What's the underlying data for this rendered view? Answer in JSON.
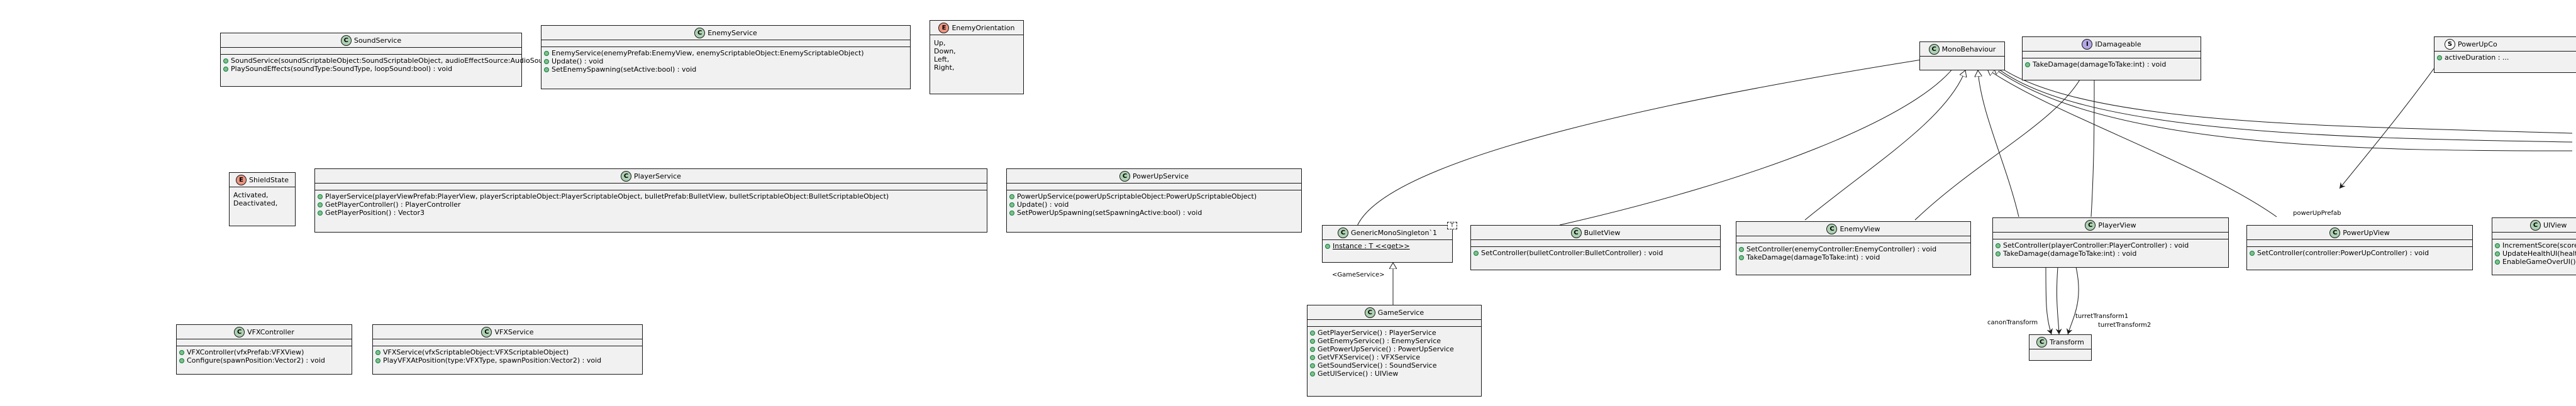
{
  "diagram": {
    "classes": {
      "soundservice": {
        "kind": "C",
        "name": "SoundService",
        "fields": [],
        "methods": [
          "SoundService(soundScriptableObject:SoundScriptableObject, audioEffectSource:AudioSource, bgMusicSource:AudioSource)",
          "PlaySoundEffects(soundType:SoundType, loopSound:bool) : void"
        ]
      },
      "enemyservice": {
        "kind": "C",
        "name": "EnemyService",
        "fields": [],
        "methods": [
          "EnemyService(enemyPrefab:EnemyView, enemyScriptableObject:EnemyScriptableObject)",
          "Update() : void",
          "SetEnemySpawning(setActive:bool) : void"
        ]
      },
      "enemyorientation": {
        "kind": "E",
        "name": "EnemyOrientation",
        "values": [
          "Up,",
          "Down,",
          "Left,",
          "Right,"
        ]
      },
      "monobehaviour": {
        "kind": "C",
        "name": "MonoBehaviour"
      },
      "idamageable": {
        "kind": "I",
        "name": "IDamageable",
        "methods": [
          "TakeDamage(damageToTake:int) : void"
        ]
      },
      "powerupco": {
        "kind": "S",
        "name": "PowerUpCo",
        "fields": [
          "activeDuration : ..."
        ]
      },
      "shieldstate": {
        "kind": "E",
        "name": "ShieldState",
        "values": [
          "Activated,",
          "Deactivated,"
        ]
      },
      "playerservice": {
        "kind": "C",
        "name": "PlayerService",
        "methods": [
          "PlayerService(playerViewPrefab:PlayerView, playerScriptableObject:PlayerScriptableObject, bulletPrefab:BulletView, bulletScriptableObject:BulletScriptableObject)",
          "GetPlayerController() : PlayerController",
          "GetPlayerPosition() : Vector3"
        ]
      },
      "powerupservice": {
        "kind": "C",
        "name": "PowerUpService",
        "methods": [
          "PowerUpService(powerUpScriptableObject:PowerUpScriptableObject)",
          "Update() : void",
          "SetPowerUpSpawning(setSpawningActive:bool) : void"
        ]
      },
      "genericmonosingleton": {
        "kind": "C",
        "name": "GenericMonoSingleton`1",
        "type_param": "T",
        "fields": [
          "Instance : T <<get>>"
        ]
      },
      "bulletview": {
        "kind": "C",
        "name": "BulletView",
        "methods": [
          "SetController(bulletController:BulletController) : void"
        ]
      },
      "enemyview": {
        "kind": "C",
        "name": "EnemyView",
        "methods": [
          "SetController(enemyController:EnemyController) : void",
          "TakeDamage(damageToTake:int) : void"
        ]
      },
      "playerview": {
        "kind": "C",
        "name": "PlayerView",
        "methods": [
          "SetController(playerController:PlayerController) : void",
          "TakeDamage(damageToTake:int) : void"
        ]
      },
      "powerupview": {
        "kind": "C",
        "name": "PowerUpView",
        "methods": [
          "SetController(controller:PowerUpController) : void"
        ]
      },
      "uiview": {
        "kind": "C",
        "name": "UIView",
        "methods": [
          "IncrementScore(scoreToIncrem...",
          "UpdateHealthUI(healthToDispla...",
          "EnableGameOverUI() : void"
        ]
      },
      "vfxcontroller": {
        "kind": "C",
        "name": "VFXController",
        "methods": [
          "VFXController(vfxPrefab:VFXView)",
          "Configure(spawnPosition:Vector2) : void"
        ]
      },
      "vfxservice": {
        "kind": "C",
        "name": "VFXService",
        "methods": [
          "VFXService(vfxScriptableObject:VFXScriptableObject)",
          "PlayVFXAtPosition(type:VFXType, spawnPosition:Vector2) : void"
        ]
      },
      "gameservice": {
        "kind": "C",
        "name": "GameService",
        "methods": [
          "GetPlayerService() : PlayerService",
          "GetEnemyService() : EnemyService",
          "GetPowerUpService() : PowerUpService",
          "GetVFXService() : VFXService",
          "GetSoundService() : SoundService",
          "GetUIService() : UIView"
        ]
      },
      "transform": {
        "kind": "C",
        "name": "Transform"
      }
    },
    "edge_labels": {
      "gameservice_binding": "<GameService>",
      "powerup_prefab": "powerUpPrefab",
      "canon_transform": "canonTransform",
      "turret_transform1": "turretTransform1",
      "turret_transform2": "turretTransform2"
    }
  }
}
